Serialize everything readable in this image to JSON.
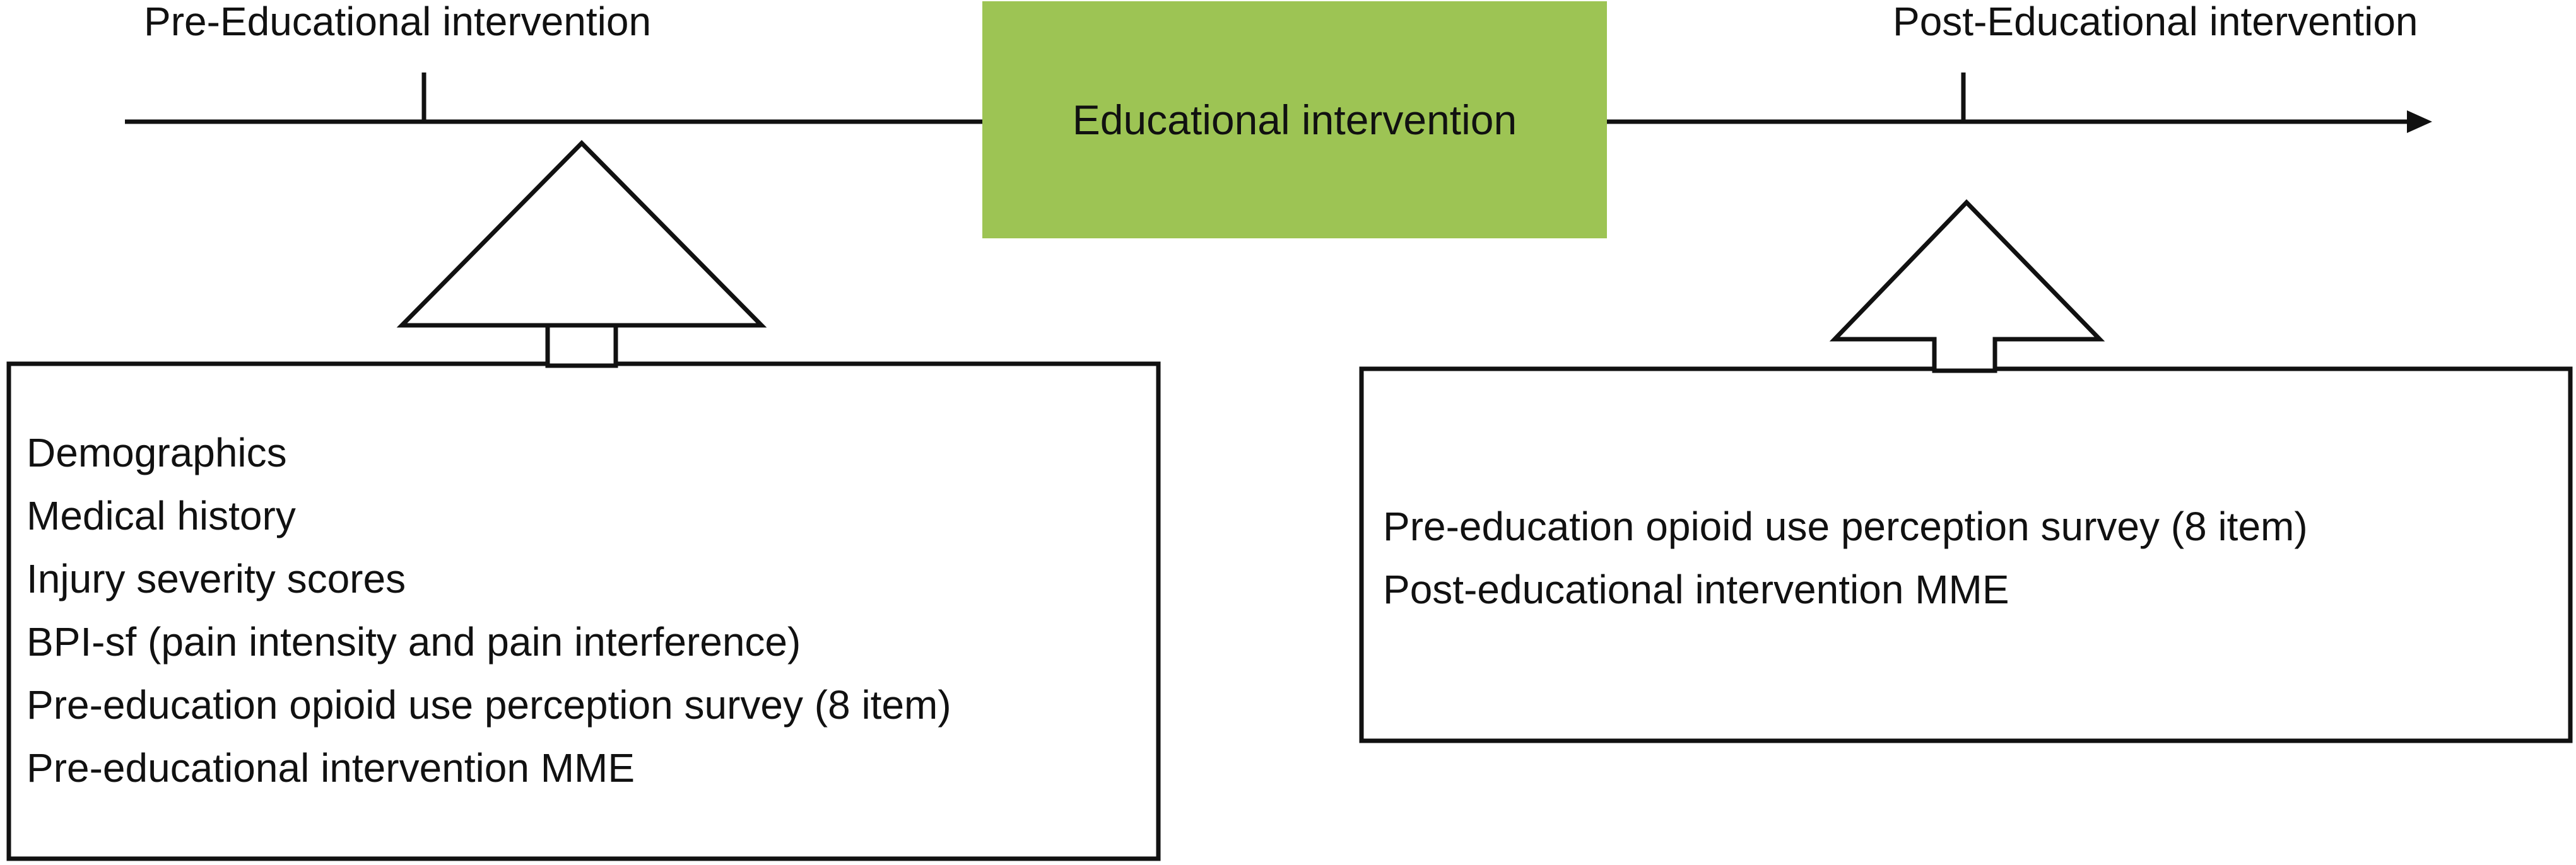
{
  "timeline": {
    "pre_label": "Pre-Educational intervention",
    "post_label": "Post-Educational intervention",
    "center_label": "Educational intervention"
  },
  "pre_box": {
    "items": [
      "Demographics",
      "Medical history",
      "Injury severity scores",
      "BPI-sf (pain intensity and pain interference)",
      "Pre-education opioid use perception survey (8 item)",
      "Pre-educational intervention MME"
    ]
  },
  "post_box": {
    "items": [
      "Pre-education opioid use perception survey (8 item)",
      "Post-educational intervention MME"
    ]
  },
  "colors": {
    "center_box_fill": "#9dc454",
    "line": "#111111"
  }
}
